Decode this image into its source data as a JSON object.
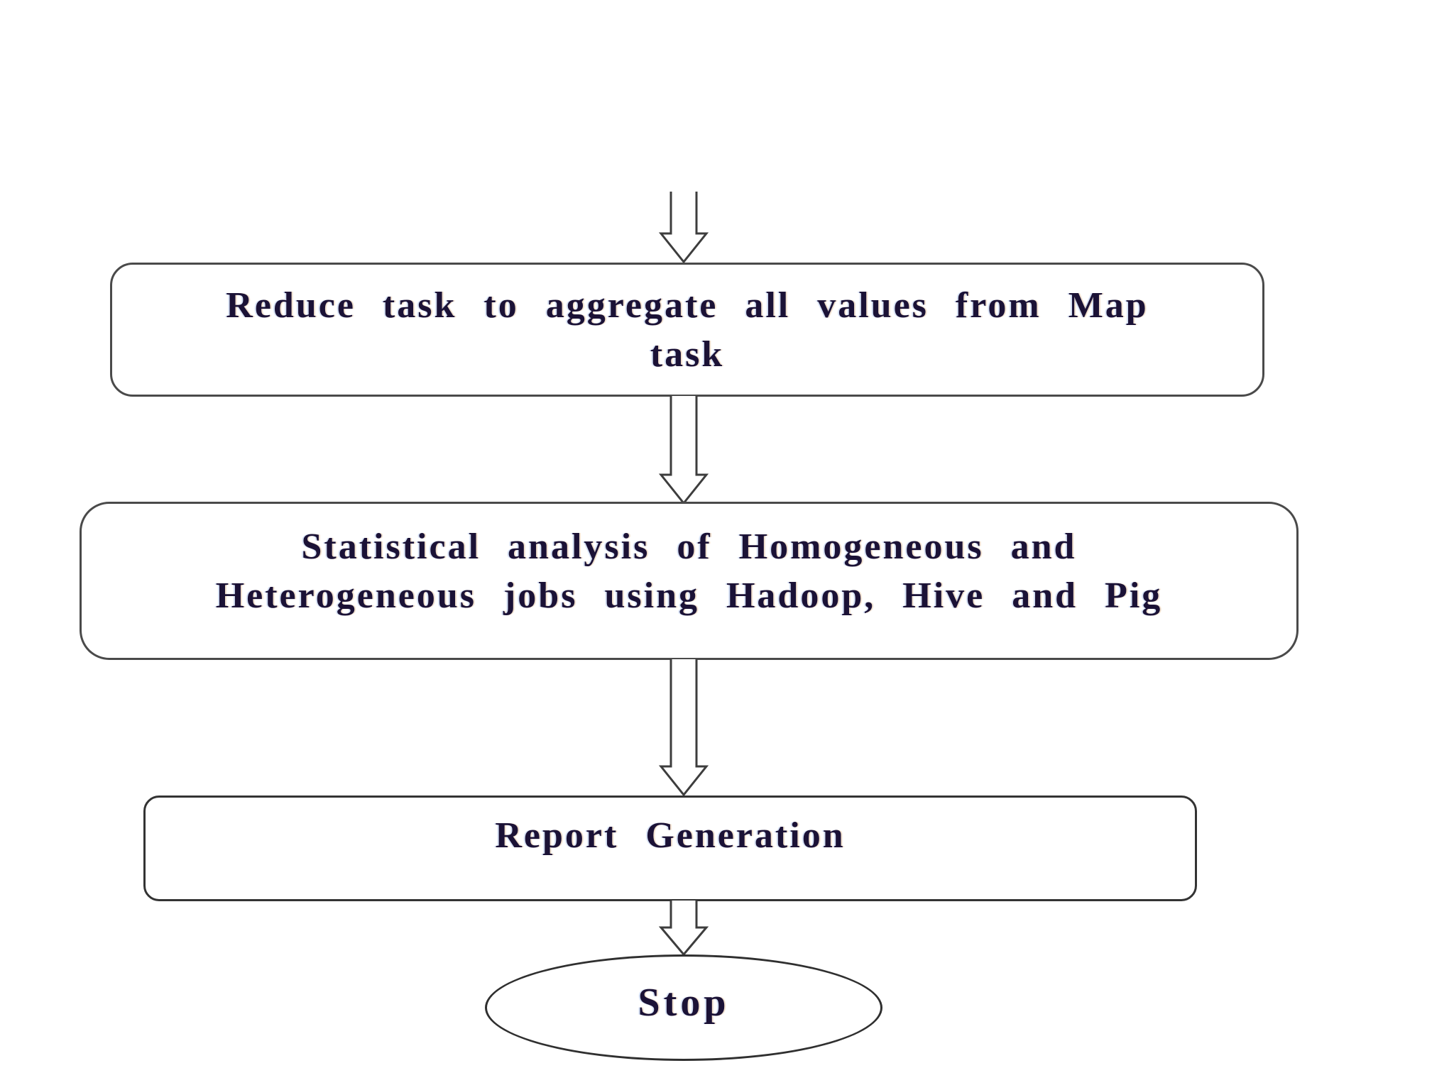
{
  "diagram": {
    "type": "flowchart",
    "background": "#ffffff",
    "ink_color": "#1b1236",
    "box_border_color": "#4a4a4a",
    "arrow_outline_color": "#3d3d3d",
    "arrow_style": "hollow-block-arrow-down",
    "arrow_count": 4,
    "nodes": [
      {
        "id": "reduce",
        "type": "process",
        "label": "Reduce task to aggregate all values from Map task",
        "lines": [
          "Reduce task to aggregate all values from Map",
          "task"
        ]
      },
      {
        "id": "stats",
        "type": "process",
        "label": "Statistical analysis of Homogeneous and Heterogeneous jobs using Hadoop, Hive and Pig",
        "lines": [
          "Statistical analysis of Homogeneous and",
          "Heterogeneous jobs using Hadoop, Hive and Pig"
        ]
      },
      {
        "id": "report",
        "type": "process",
        "label": "Report Generation",
        "lines": [
          "Report Generation"
        ]
      },
      {
        "id": "stop",
        "type": "terminator",
        "label": "Stop",
        "lines": [
          "Stop"
        ]
      }
    ],
    "flow": [
      "start",
      "reduce",
      "stats",
      "report",
      "stop"
    ]
  }
}
